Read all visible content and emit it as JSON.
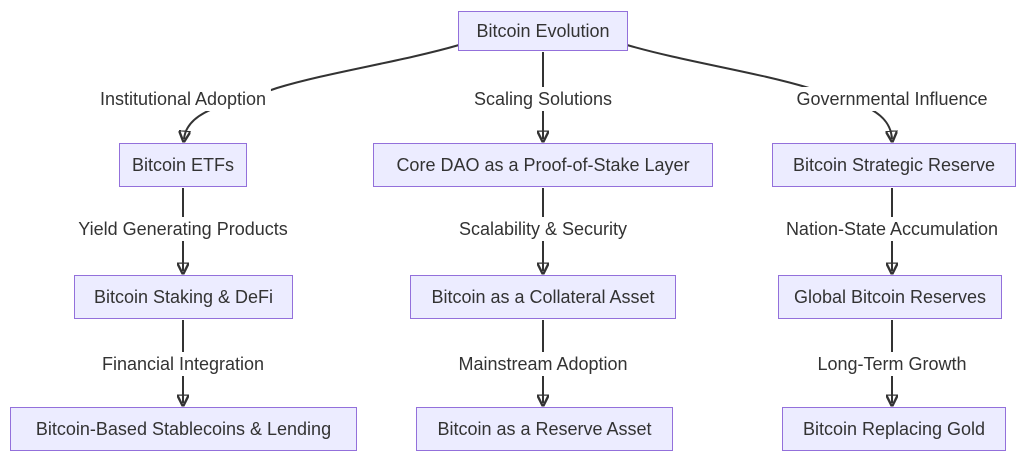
{
  "diagram": {
    "type": "flowchart-top-down",
    "root": "Bitcoin Evolution",
    "branches": [
      {
        "branch_label": "Institutional Adoption",
        "nodes": [
          "Bitcoin ETFs",
          "Bitcoin Staking & DeFi",
          "Bitcoin-Based Stablecoins & Lending"
        ],
        "edge_labels": [
          "Yield Generating Products",
          "Financial Integration"
        ]
      },
      {
        "branch_label": "Scaling Solutions",
        "nodes": [
          "Core DAO as a Proof-of-Stake Layer",
          "Bitcoin as a Collateral Asset",
          "Bitcoin as a Reserve Asset"
        ],
        "edge_labels": [
          "Scalability & Security",
          "Mainstream Adoption"
        ]
      },
      {
        "branch_label": "Governmental Influence",
        "nodes": [
          "Bitcoin Strategic Reserve",
          "Global Bitcoin Reserves",
          "Bitcoin Replacing Gold"
        ],
        "edge_labels": [
          "Nation-State Accumulation",
          "Long-Term Growth"
        ]
      }
    ],
    "colors": {
      "node_fill": "#ECECFF",
      "node_border": "#9370DB",
      "edge_stroke": "#333333",
      "text": "#333333",
      "background": "#FFFFFF"
    }
  }
}
